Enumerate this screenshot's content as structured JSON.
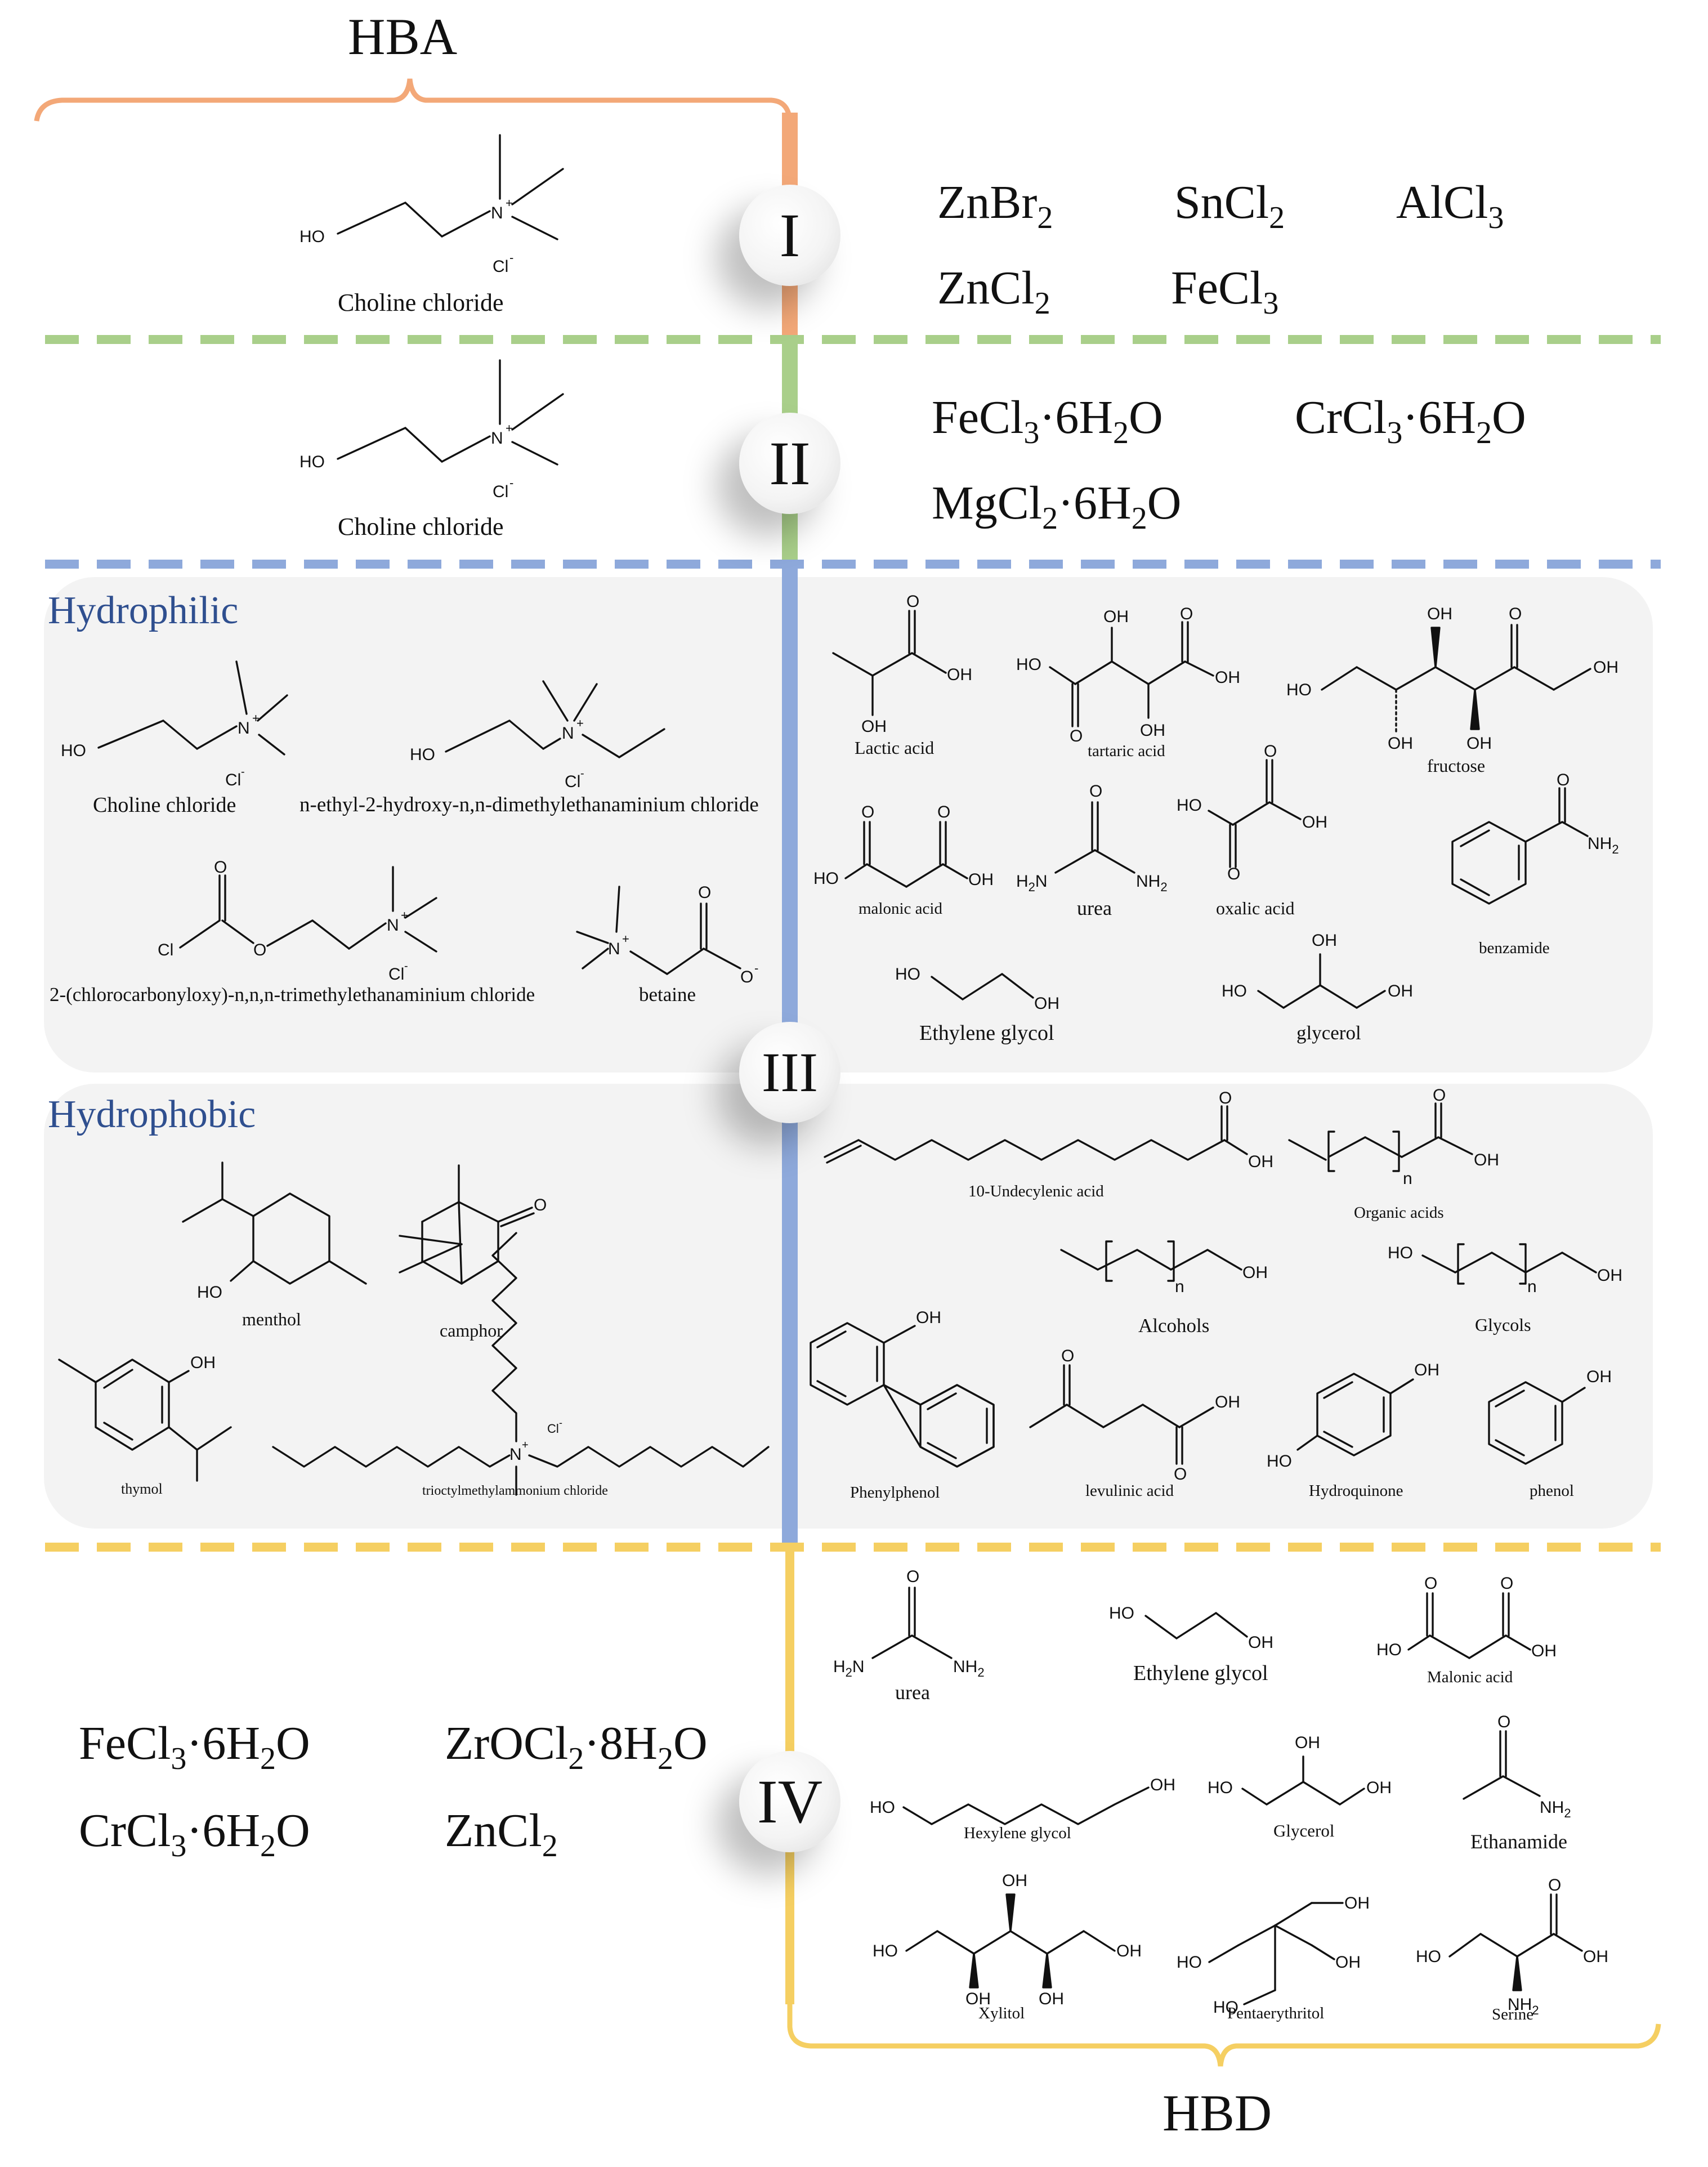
{
  "headings": {
    "hba": "HBA",
    "hbd": "HBD"
  },
  "types": [
    "I",
    "II",
    "III",
    "IV"
  ],
  "colors": {
    "type1": "#f3a878",
    "type2": "#a9cf8a",
    "type3": "#8ea9db",
    "type4": "#f5cf62",
    "title": "#2f4f8f"
  },
  "type1": {
    "hba": {
      "name": "Choline chloride",
      "ion": "Cl⁻"
    },
    "hbd": [
      "ZnBr2",
      "SnCl2",
      "AlCl3",
      "ZnCl2",
      "FeCl3"
    ]
  },
  "type2": {
    "hba": {
      "name": "Choline chloride",
      "ion": "Cl⁻"
    },
    "hbd": [
      "FeCl3·6H2O",
      "CrCl3·6H2O",
      "MgCl2·6H2O"
    ]
  },
  "type3": {
    "hydrophilic": {
      "title": "Hydrophilic",
      "hba": [
        "Choline chloride",
        "n-ethyl-2-hydroxy-n,n-dimethylethanaminium chloride",
        "2-(chlorocarbonyloxy)-n,n,n-trimethylethanaminium chloride",
        "betaine"
      ],
      "hbd": [
        "Lactic acid",
        "tartaric acid",
        "fructose",
        "malonic acid",
        "urea",
        "oxalic acid",
        "benzamide",
        "Ethylene glycol",
        "glycerol"
      ]
    },
    "hydrophobic": {
      "title": "Hydrophobic",
      "hba": [
        "menthol",
        "camphor",
        "thymol",
        "trioctylmethylammonium chloride"
      ],
      "hbd": [
        "10-Undecylenic acid",
        "Organic acids",
        "Alcohols",
        "Glycols",
        "Phenylphenol",
        "levulinic acid",
        "Hydroquinone",
        "phenol"
      ]
    }
  },
  "type4": {
    "hba": [
      "FeCl3·6H2O",
      "ZrOCl2·8H2O",
      "CrCl3·6H2O",
      "ZnCl2"
    ],
    "hbd": [
      "urea",
      "Ethylene glycol",
      "Malonic acid",
      "Hexylene glycol",
      "Glycerol",
      "Ethanamide",
      "Xylitol",
      "Pentaerythritol",
      "Serine"
    ]
  },
  "atom_labels": {
    "ho": "HO",
    "oh": "OH",
    "o": "O",
    "n": "N",
    "cl": "Cl",
    "nh2": "NH2",
    "h2n": "H2N",
    "n_sub": "n"
  }
}
